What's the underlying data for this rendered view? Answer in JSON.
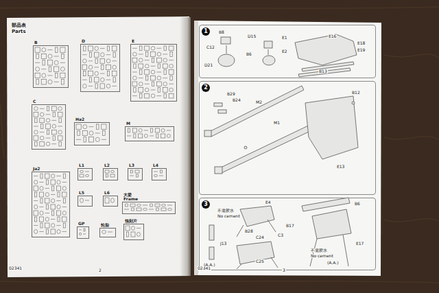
{
  "diagram": {
    "nodes": [
      {
        "text": [
          "B"
        ]
      },
      {
        "text": [
          "D"
        ]
      },
      {
        "text": [
          "E"
        ]
      },
      {
        "text": [
          "C"
        ]
      },
      {
        "text": [
          "Ha2"
        ]
      },
      {
        "text": [
          "M"
        ]
      },
      {
        "text": [
          "Ja2"
        ]
      },
      {
        "text": [
          "L1"
        ]
      },
      {
        "text": [
          "L2"
        ]
      },
      {
        "text": [
          "L3"
        ]
      },
      {
        "text": [
          "L4"
        ]
      },
      {
        "text": [
          "L5"
        ]
      },
      {
        "text": [
          "L6"
        ]
      },
      {
        "text": [
          "大梁",
          "Frame"
        ]
      },
      {
        "text": [
          "GP"
        ]
      },
      {
        "text": [
          "轮胎"
        ]
      },
      {
        "text": [
          "蚀刻片"
        ]
      },
      {
        "text": [
          "1"
        ]
      },
      {
        "text": [
          "2"
        ]
      },
      {
        "text": [
          "3"
        ]
      }
    ],
    "labels": [
      "部品表",
      "Parts",
      "02341",
      "2",
      "02341",
      "3",
      "B8",
      "D15",
      "C12",
      "E1",
      "E2",
      "B6",
      "D21",
      "E16",
      "E18",
      "E19",
      "B13",
      "B29",
      "B24",
      "M2",
      "M1",
      "B12",
      "E13",
      "E4",
      "不需胶水",
      "No cement",
      "B28",
      "B17",
      "C3",
      "C24",
      "J13",
      "C25",
      "(A.A.)",
      "B6",
      "E17",
      "不需胶水",
      "No cement",
      "(A.A.)"
    ]
  }
}
